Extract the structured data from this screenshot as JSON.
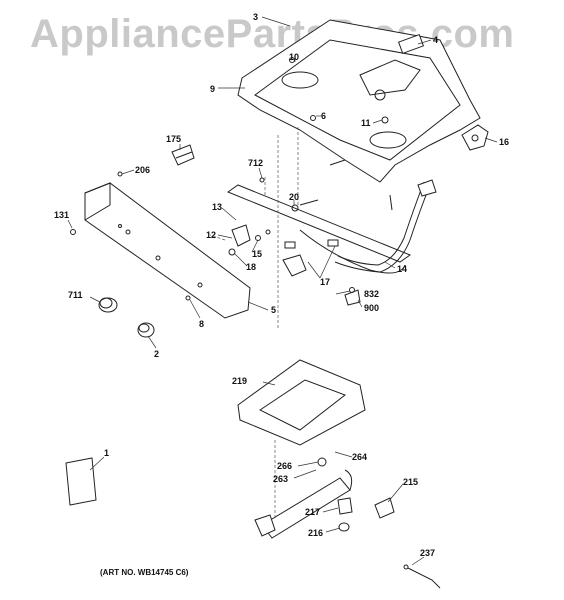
{
  "watermark": "AppliancePartsPros.com",
  "art_number": "(ART NO. WB14745 C6)",
  "parts": [
    "3",
    "4",
    "10",
    "9",
    "6",
    "11",
    "16",
    "175",
    "712",
    "206",
    "20",
    "13",
    "131",
    "12",
    "15",
    "18",
    "14",
    "17",
    "832",
    "900",
    "711",
    "8",
    "5",
    "2",
    "219",
    "1",
    "264",
    "266",
    "263",
    "215",
    "217",
    "216",
    "237"
  ]
}
